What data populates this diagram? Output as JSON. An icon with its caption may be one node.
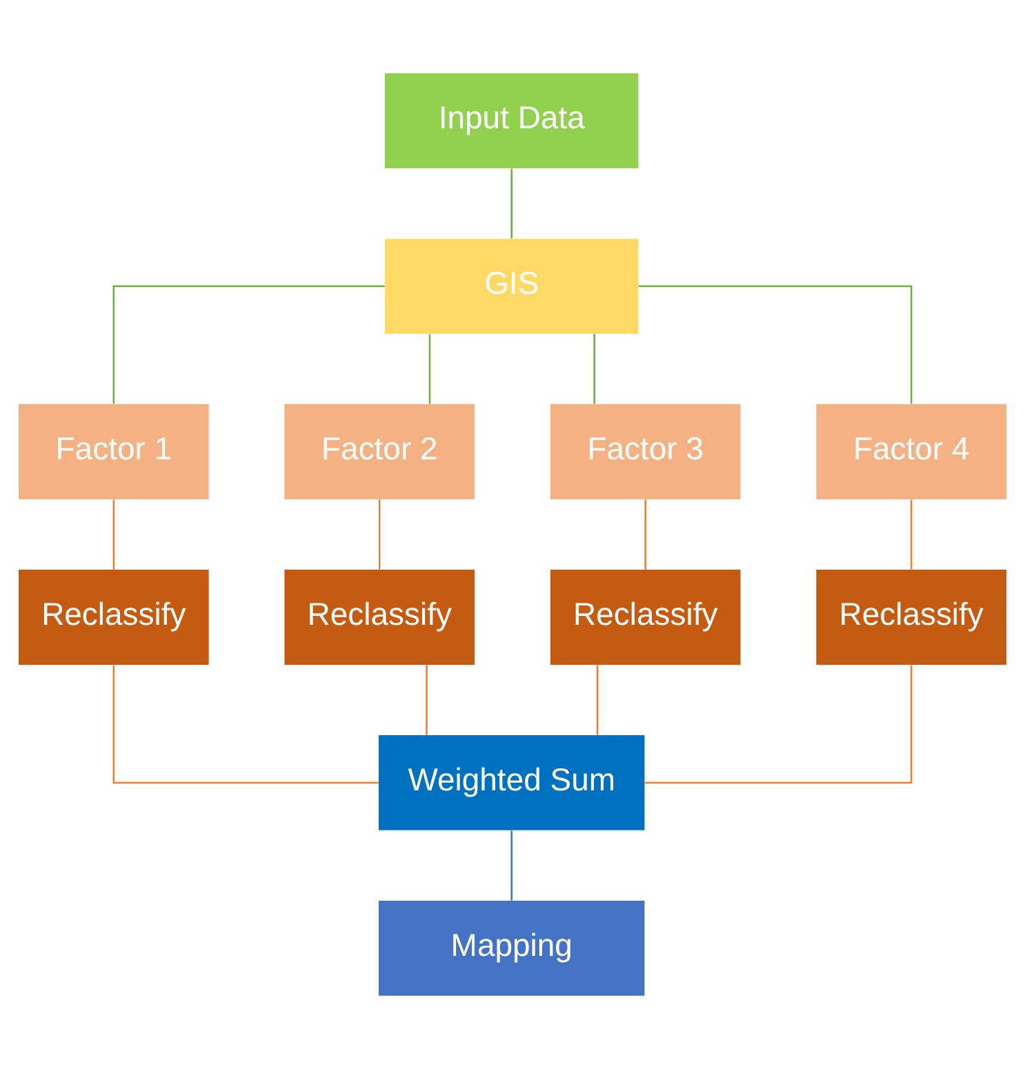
{
  "diagram": {
    "nodes": [
      {
        "text": [
          "Input Data"
        ]
      },
      {
        "text": [
          "GIS"
        ]
      },
      {
        "text": [
          "Factor 1"
        ]
      },
      {
        "text": [
          "Factor 2"
        ]
      },
      {
        "text": [
          "Factor 3"
        ]
      },
      {
        "text": [
          "Factor 4"
        ]
      },
      {
        "text": [
          "Reclassify"
        ]
      },
      {
        "text": [
          "Reclassify"
        ]
      },
      {
        "text": [
          "Reclassify"
        ]
      },
      {
        "text": [
          "Reclassify"
        ]
      },
      {
        "text": [
          "Weighted Sum"
        ]
      },
      {
        "text": [
          "Mapping"
        ]
      }
    ],
    "edges": [
      {
        "from": 0,
        "to": 1,
        "arrow": "none",
        "color": "#70ad47"
      },
      {
        "from": 1,
        "to": 2,
        "arrow": "none",
        "color": "#70ad47"
      },
      {
        "from": 1,
        "to": 3,
        "arrow": "none",
        "color": "#70ad47"
      },
      {
        "from": 1,
        "to": 4,
        "arrow": "none",
        "color": "#70ad47"
      },
      {
        "from": 1,
        "to": 5,
        "arrow": "none",
        "color": "#70ad47"
      },
      {
        "from": 2,
        "to": 6,
        "arrow": "none"
      },
      {
        "from": 3,
        "to": 7,
        "arrow": "none"
      },
      {
        "from": 4,
        "to": 8,
        "arrow": "none"
      },
      {
        "from": 5,
        "to": 9,
        "arrow": "none"
      },
      {
        "from": 6,
        "to": 10,
        "arrow": "none"
      },
      {
        "from": 7,
        "to": 10,
        "arrow": "none"
      },
      {
        "from": 8,
        "to": 10,
        "arrow": "none"
      },
      {
        "from": 9,
        "to": 10,
        "arrow": "none"
      },
      {
        "from": 10,
        "to": 11,
        "arrow": "none",
        "color": "#4472c4"
      }
    ]
  }
}
